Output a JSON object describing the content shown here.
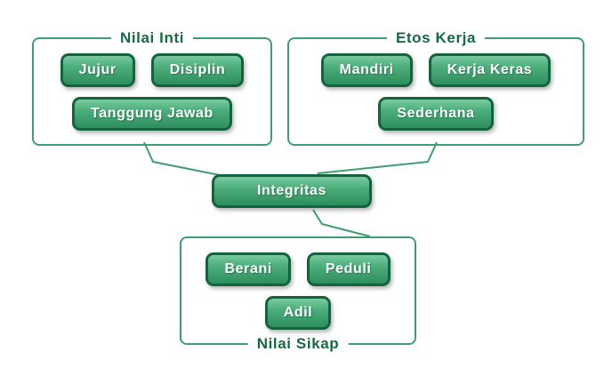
{
  "diagram": {
    "center": {
      "label": "Integritas"
    },
    "groups": {
      "nilai_inti": {
        "title": "Nilai Inti",
        "items": {
          "jujur": "Jujur",
          "disiplin": "Disiplin",
          "tanggung_jawab": "Tanggung Jawab"
        }
      },
      "etos_kerja": {
        "title": "Etos Kerja",
        "items": {
          "mandiri": "Mandiri",
          "kerja_keras": "Kerja Keras",
          "sederhana": "Sederhana"
        }
      },
      "nilai_sikap": {
        "title": "Nilai Sikap",
        "items": {
          "berani": "Berani",
          "peduli": "Peduli",
          "adil": "Adil"
        }
      }
    },
    "colors": {
      "node_border": "#14623e",
      "node_fill_top": "#79cb9f",
      "node_fill_bottom": "#2e8f5e",
      "node_text": "#ffffff",
      "group_border": "#3f9e70",
      "group_title_text": "#156a40",
      "connector": "#3f9e70",
      "background": "#ffffff"
    }
  }
}
